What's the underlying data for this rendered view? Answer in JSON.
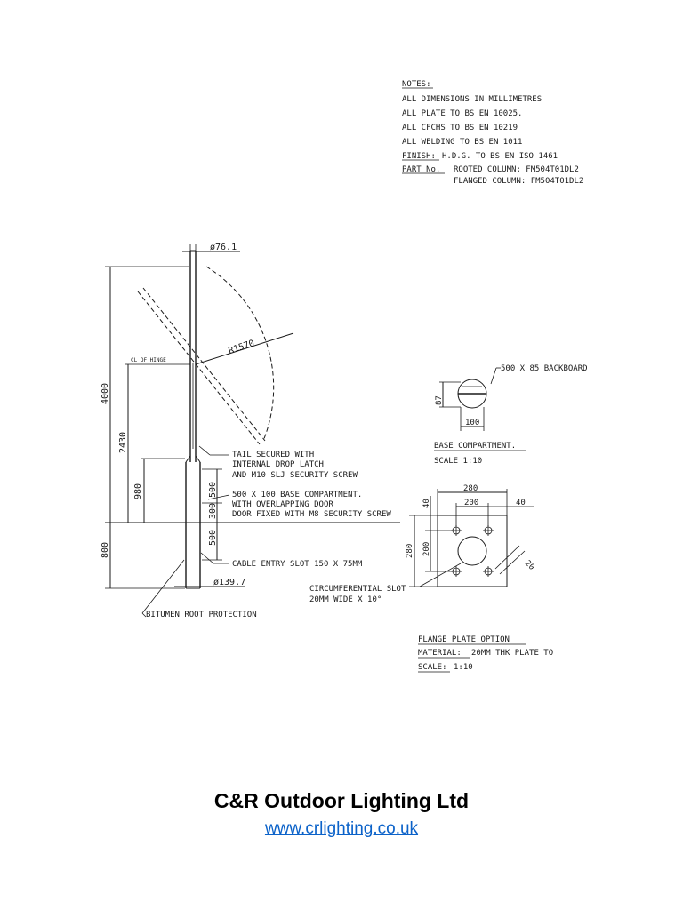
{
  "notes": {
    "heading": "NOTES:",
    "lines": [
      "ALL DIMENSIONS IN MILLIMETRES",
      "ALL PLATE TO BS EN 10025.",
      "ALL CFCHS TO BS EN 10219",
      "ALL WELDING TO BS EN 1011"
    ],
    "finish_label": "FINISH:",
    "finish_value": "H.D.G. TO BS EN ISO 1461",
    "part_label": "PART No.",
    "part_rooted": "ROOTED COLUMN:  FM504T01DL2",
    "part_flanged": "FLANGED COLUMN: FM504T01DL2"
  },
  "column": {
    "top_dia": "ø76.1",
    "base_dia": "ø139.7",
    "radius": "R1570",
    "hinge_label": "CL OF HINGE",
    "dim_total": "4000",
    "dim_hinge": "2430",
    "dim_lower": "980",
    "dim_root": "800",
    "seg_500_top": "500",
    "seg_300": "300",
    "seg_500_bottom": "500",
    "tail_note": [
      "TAIL SECURED WITH",
      "INTERNAL DROP LATCH",
      "AND M10 SLJ SECURITY SCREW"
    ],
    "compartment_note": [
      "500 X 100 BASE COMPARTMENT.",
      "WITH OVERLAPPING DOOR",
      "DOOR FIXED WITH M8 SECURITY SCREW"
    ],
    "cable_note": "CABLE ENTRY SLOT 150 X 75MM",
    "bitumen_note": "BITUMEN ROOT PROTECTION"
  },
  "base_compartment": {
    "backboard": "500 X 85 BACKBOARD",
    "dim_87": "87",
    "dim_100": "100",
    "title": "BASE COMPARTMENT.",
    "scale": "SCALE 1:10"
  },
  "flange": {
    "dim_280_top": "280",
    "dim_200_top": "200",
    "dim_40_top": "40",
    "dim_40_right": "40",
    "dim_280_left": "280",
    "dim_200_left": "200",
    "dim_20": "20",
    "slot_note": [
      "CIRCUMFERENTIAL SLOT",
      "20MM WIDE X 10°"
    ],
    "title": "FLANGE PLATE OPTION",
    "material_label": "MATERIAL:",
    "material_value": "20MM THK PLATE TO",
    "scale_label": "SCALE:",
    "scale_value": "1:10"
  },
  "footer": {
    "company": "C&R Outdoor Lighting Ltd",
    "website": "www.crlighting.co.uk"
  }
}
